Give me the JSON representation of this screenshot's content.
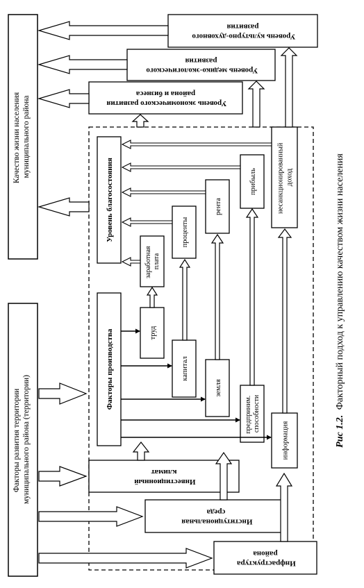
{
  "caption": {
    "label": "Рис 1.2.",
    "text": "Факторный подход к управлению качеством жизни населения"
  },
  "boxes": {
    "quality": "Качество жизни населения муниципального района",
    "cultural": "Уровень культурно-духовного развития",
    "medical": "Уровень медико-экологического развития",
    "economic": "Уровень экономического развития района и бизнеса",
    "welfare": "Уровень благосостояния",
    "salary": "заработная плата",
    "interest": "проценты",
    "rent": "рента",
    "profit": "прибыль",
    "unsanctioned": "несанкционированный доход",
    "territory": "Факторы развития территории муниципального района (территории)",
    "production": "Факторы производства",
    "labor": "труд",
    "capital": "капитал",
    "land": "земля",
    "entrepreneur": "предприним. способности",
    "information": "информация",
    "investment": "Инвестиционный климат",
    "institutional": "Институциональная среда",
    "infrastructure": "Инфраструктура района"
  }
}
